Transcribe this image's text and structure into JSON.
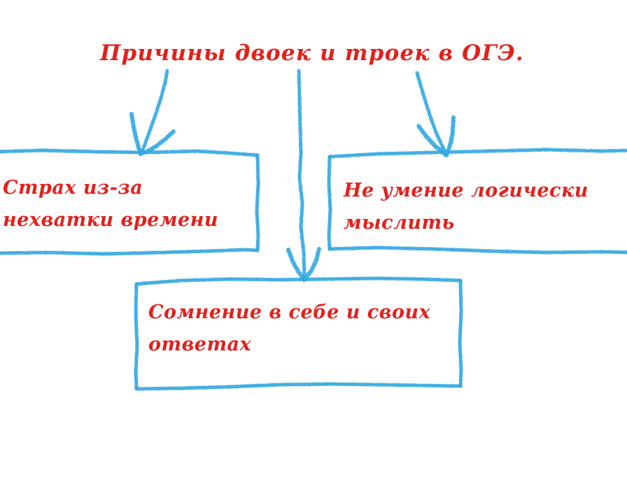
{
  "diagram": {
    "title": "Причины двоек и троек в ОГЭ.",
    "colors": {
      "text_red": "#e2211c",
      "sketch_blue": "#35a8e0",
      "background": "#ffffff"
    },
    "boxes": [
      {
        "id": "left-box",
        "lines": [
          "Страх из-за",
          "нехватки времени"
        ]
      },
      {
        "id": "right-box",
        "lines": [
          "Не умение логически",
          "мыслить"
        ]
      },
      {
        "id": "bottom-box",
        "lines": [
          "Сомнение в себе и своих",
          "ответах"
        ]
      }
    ],
    "arrows": [
      {
        "id": "arrow-to-left-box",
        "from": "title",
        "to": "left-box"
      },
      {
        "id": "arrow-to-bottom-box",
        "from": "title",
        "to": "bottom-box"
      },
      {
        "id": "arrow-to-right-box",
        "from": "title",
        "to": "right-box"
      }
    ]
  }
}
